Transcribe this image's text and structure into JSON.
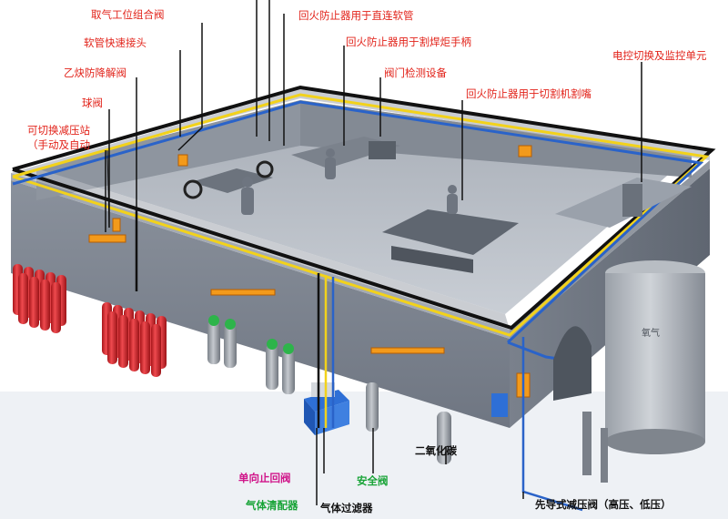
{
  "labels": {
    "quqi_zuhefa": "取气工位组合阀",
    "ruanguan_jietou": "软管快速接头",
    "yique_jiangyafa": "乙炔防降解阀",
    "qiufa": "球阀",
    "kqiehuan_line1": "可切换减压站",
    "kqiehuan_line2": "（手动及自动",
    "huihuo_zhilian": "回火防止器用于直连软管",
    "huihuo_gehanju": "回火防止器用于割焊炬手柄",
    "famen_jiance": "阀门检测设备",
    "huihuo_qiegeji": "回火防止器用于切割机割嘴",
    "dianhuo_qiehuan": "电控切换及监控单元",
    "tank_text": "氧气",
    "co2": "二氧化碳",
    "danxiang_zhihui": "单向止回阀",
    "anquanfa": "安全阀",
    "qiti_qingpeiqi": "气体清配器",
    "qiti_guolvqi": "气体过滤器",
    "xiandao_jianya": "先导式减压阀（高压、低压）"
  },
  "colors": {
    "red_label": "#e2231a",
    "black_label": "#111111",
    "magenta_label": "#d01489",
    "green_label": "#17a336",
    "wall": "#7f8793",
    "floor": "#b9bec6",
    "pipe_yellow": "#f2d21b",
    "pipe_blue": "#2a63c9",
    "pipe_black": "#111111",
    "cylinder_red": "#d8262b",
    "cylinder_green": "#2db44a"
  }
}
